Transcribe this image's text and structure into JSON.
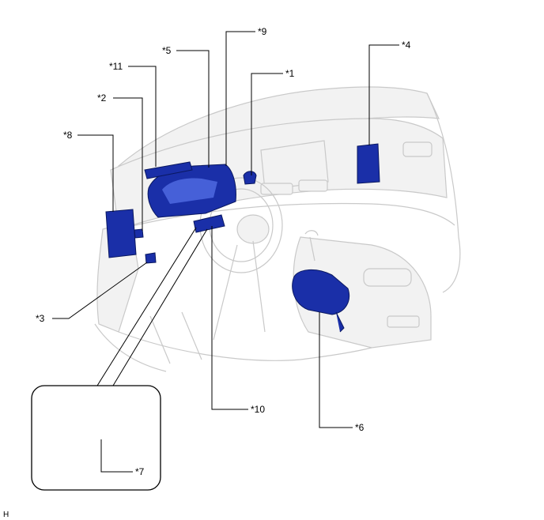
{
  "labels": {
    "c1": "*1",
    "c2": "*2",
    "c3": "*3",
    "c4": "*4",
    "c5": "*5",
    "c6": "*6",
    "c7": "*7",
    "c8": "*8",
    "c9": "*9",
    "c10": "*10",
    "c11": "*11"
  },
  "corner_letter": "H",
  "colors": {
    "component": "#1a2fa8",
    "vehicle_outline": "#c9c9c9",
    "leader": "#000000"
  }
}
